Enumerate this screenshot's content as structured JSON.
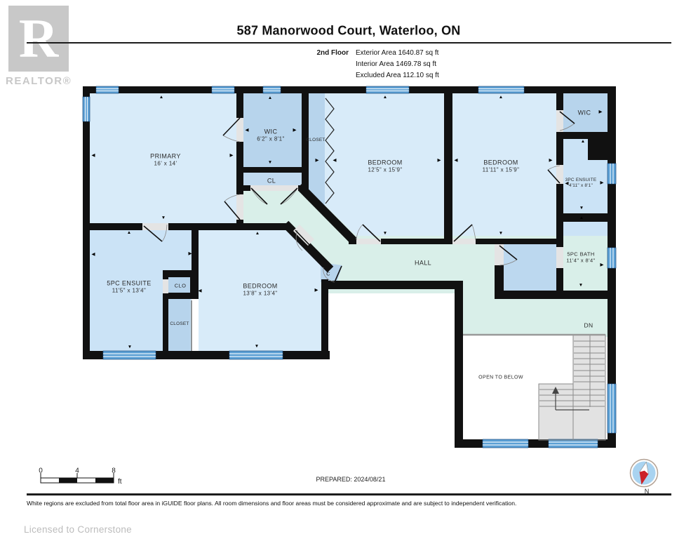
{
  "header": {
    "title": "587 Manorwood Court, Waterloo, ON",
    "floor_label": "2nd Floor",
    "area_lines": [
      "Exterior Area 1640.87 sq ft",
      "Interior Area 1469.78 sq ft",
      "Excluded Area 112.10 sq ft"
    ],
    "logo": {
      "letter": "R",
      "brand": "REALTOR®"
    }
  },
  "rooms": {
    "primary": {
      "name": "PRIMARY",
      "dims": "16' x 14'"
    },
    "wic_top": {
      "name": "WIC",
      "dims": "6'2\" x 8'1\""
    },
    "closet_mid": {
      "name": "CLOSET"
    },
    "cl": {
      "name": "CL"
    },
    "bedroom2": {
      "name": "BEDROOM",
      "dims": "12'5\" x 15'9\""
    },
    "bedroom3": {
      "name": "BEDROOM",
      "dims": "11'11\" x 15'9\""
    },
    "wic_right": {
      "name": "WIC"
    },
    "ensuite3": {
      "name": "3PC ENSUITE",
      "dims": "4'11\" x 8'1\""
    },
    "bath5": {
      "name": "5PC BATH",
      "dims": "11'4\" x 8'4\""
    },
    "hall": {
      "name": "HALL"
    },
    "c_closet": {
      "name": "C"
    },
    "ensuite5": {
      "name": "5PC ENSUITE",
      "dims": "11'5\" x 13'4\""
    },
    "clo": {
      "name": "CLO"
    },
    "closet_left": {
      "name": "CLOSET"
    },
    "bedroom4": {
      "name": "BEDROOM",
      "dims": "13'8\" x 13'4\""
    },
    "dn": {
      "label": "DN"
    },
    "open_below": {
      "label": "OPEN TO BELOW"
    }
  },
  "icons": {
    "up": "▲",
    "down": "▼",
    "left": "◀",
    "right": "▶"
  },
  "footer": {
    "scale": {
      "zero": "0",
      "four": "4",
      "eight": "8",
      "unit": "ft"
    },
    "prepared": "PREPARED: 2024/08/21",
    "compass_n": "N",
    "disclaimer": "White regions are excluded from total floor area in iGUIDE floor plans. All room dimensions and floor areas must be considered approximate and are subject to independent verification.",
    "license": "Licensed to Cornerstone"
  },
  "colors": {
    "wall": "#111111",
    "room_fill": "#d8ebf9",
    "closet_fill": "#b7d4ec",
    "bath_fill": "#cbe3f6",
    "hall_fill": "#d9efe9",
    "window_blue": "#5b9fd4",
    "compass_red": "#cc2127"
  }
}
